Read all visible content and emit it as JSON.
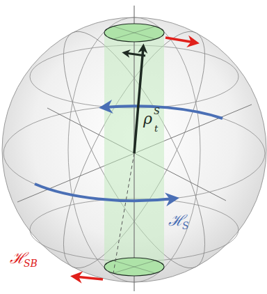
{
  "diagram": {
    "labels": [
      "ρ",
      "S",
      "t",
      "ℋ",
      "S",
      "ℋ",
      "SB"
    ]
  }
}
